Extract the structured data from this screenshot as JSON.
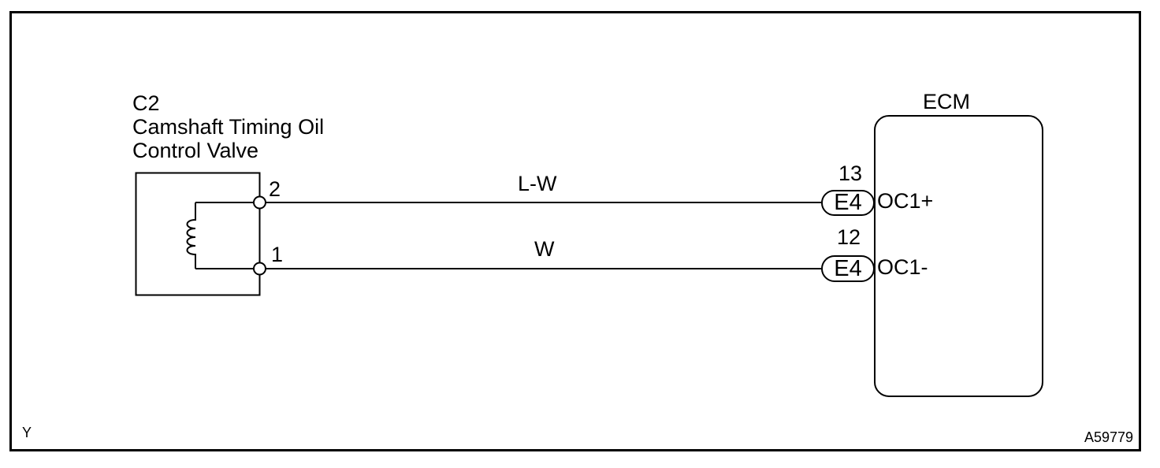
{
  "diagram": {
    "type": "wiring-diagram",
    "component": {
      "code": "C2",
      "name_line1": "Camshaft Timing Oil",
      "name_line2": "Control Valve",
      "terminals": [
        {
          "number": "2"
        },
        {
          "number": "1"
        }
      ]
    },
    "wires": [
      {
        "label": "L-W",
        "from_terminal": "2",
        "to_pin": "13"
      },
      {
        "label": "W",
        "from_terminal": "1",
        "to_pin": "12"
      }
    ],
    "ecm": {
      "title": "ECM",
      "pins": [
        {
          "number": "13",
          "connector": "E4",
          "signal": "OC1+"
        },
        {
          "number": "12",
          "connector": "E4",
          "signal": "OC1-"
        }
      ]
    },
    "footer": {
      "page_code": "Y",
      "figure_number": "A59779"
    },
    "colors": {
      "line": "#000000",
      "background": "#ffffff"
    }
  }
}
